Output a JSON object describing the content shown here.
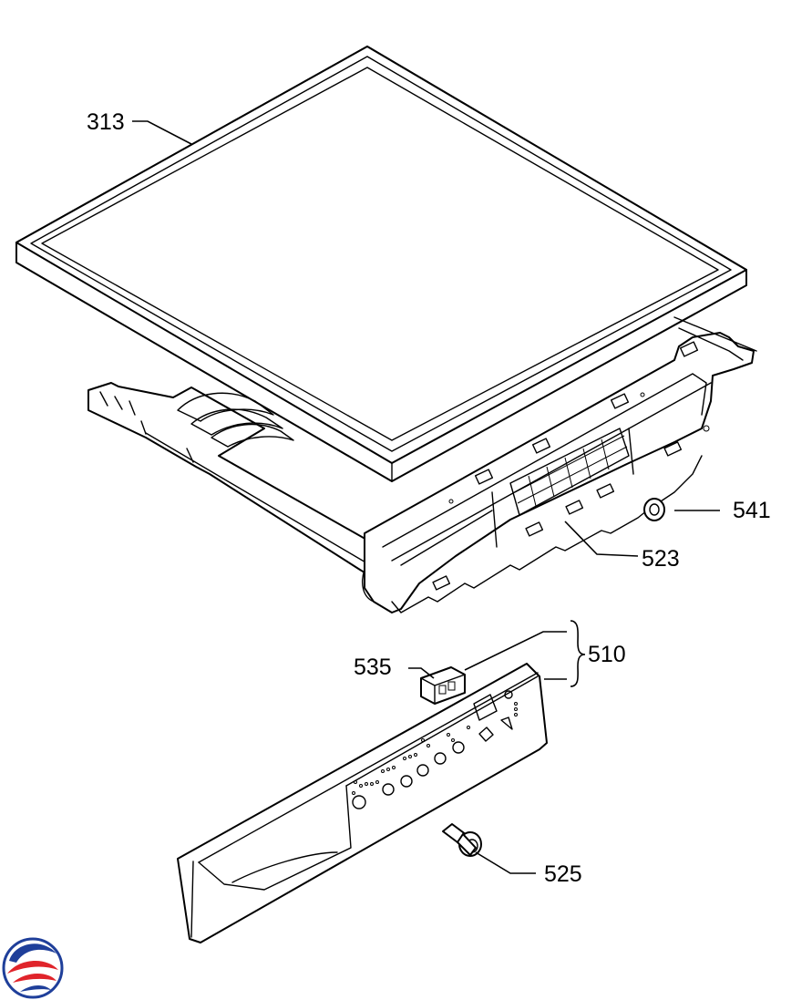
{
  "parts": [
    {
      "id": "lid",
      "label": "313"
    },
    {
      "id": "cap",
      "label": "541"
    },
    {
      "id": "frame",
      "label": "523"
    },
    {
      "id": "assembly",
      "label": "510"
    },
    {
      "id": "clip",
      "label": "535"
    },
    {
      "id": "knob",
      "label": "525"
    }
  ],
  "colors": {
    "line": "#000000",
    "background": "#ffffff",
    "logo_red": "#e0242b",
    "logo_blue": "#1f3f9a"
  },
  "logo": {
    "icon": "swirl-logo-icon"
  }
}
